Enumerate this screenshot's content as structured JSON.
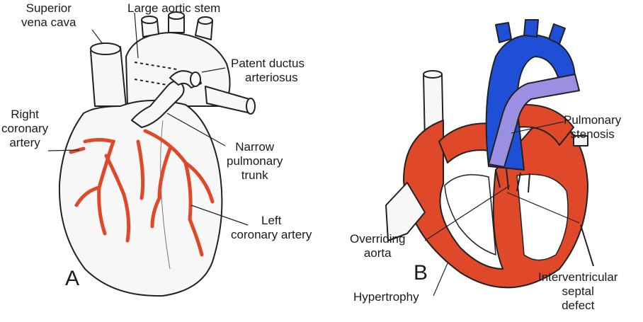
{
  "panel_a": {
    "letter": "A",
    "labels": {
      "superior_vena_cava_1": "Superior",
      "superior_vena_cava_2": "vena cava",
      "large_aortic_stem": "Large aortic stem",
      "patent_ductus_1": "Patent ductus",
      "patent_ductus_2": "arteriosus",
      "right_coronary_1": "Right",
      "right_coronary_2": "coronary",
      "right_coronary_3": "artery",
      "narrow_pulmonary_1": "Narrow",
      "narrow_pulmonary_2": "pulmonary",
      "narrow_pulmonary_3": "trunk",
      "left_coronary_1": "Left",
      "left_coronary_2": "coronary artery"
    }
  },
  "panel_b": {
    "letter": "B",
    "labels": {
      "pulmonary_stenosis_1": "Pulmonary",
      "pulmonary_stenosis_2": "stenosis",
      "overriding_aorta_1": "Overriding",
      "overriding_aorta_2": "aorta",
      "hypertrophy": "Hypertrophy",
      "interventricular_1": "Interventricular",
      "interventricular_2": "septal",
      "interventricular_3": "defect"
    }
  },
  "colors": {
    "muscle": "#e0482a",
    "aorta": "#1f4fd6",
    "pulmonary": "#9a8fe0",
    "outline": "#222222",
    "vessel_fill": "#f7f7f7"
  }
}
